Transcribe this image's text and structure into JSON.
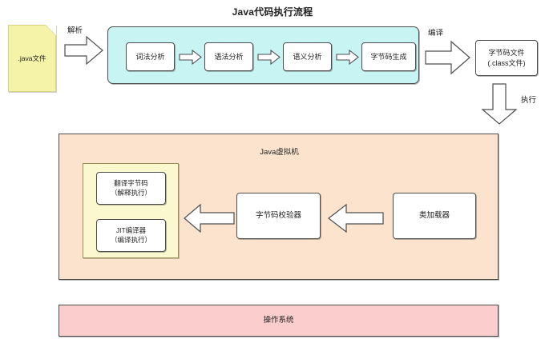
{
  "title": "Java代码执行流程",
  "source": {
    "label": ".java文件",
    "fill": "#f5f3a8"
  },
  "arrows": {
    "parse": "解析",
    "compile": "编译",
    "execute": "执行"
  },
  "compile_pipeline": {
    "fill": "#c8f4f4",
    "stages": [
      {
        "label": "词法分析"
      },
      {
        "label": "语法分析"
      },
      {
        "label": "语义分析"
      },
      {
        "label": "字节码生成"
      }
    ]
  },
  "bytecode_file": {
    "line1": "字节码文件",
    "line2": "(.class文件)"
  },
  "jvm": {
    "label": "Java虚拟机",
    "fill": "#fbe3cd",
    "execution_engine": {
      "fill": "#fbf8cf",
      "interpreter": {
        "line1": "翻译字节码",
        "line2": "（解释执行）"
      },
      "jit": {
        "line1": "JIT编译器",
        "line2": "（编译执行）"
      }
    },
    "bytecode_verifier": "字节码校验器",
    "class_loader": "类加载器"
  },
  "operating_system": {
    "label": "操作系统",
    "fill": "#fbcdcd"
  }
}
